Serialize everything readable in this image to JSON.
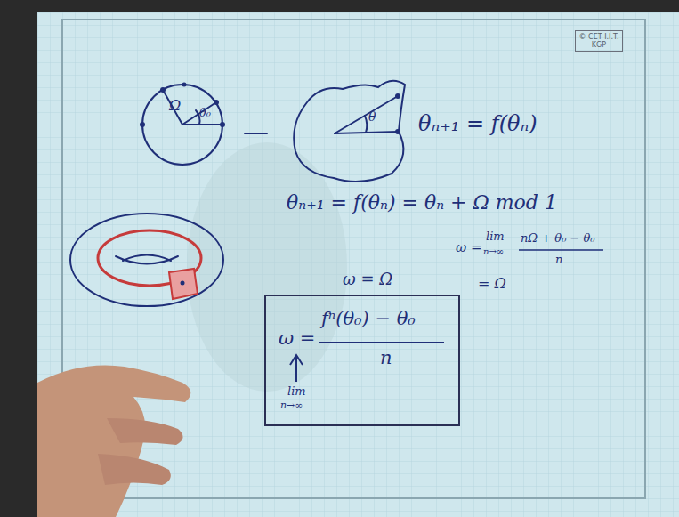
{
  "diagram": {
    "nodes": [
      {
        "text": [
          "© CET I.I.T. KGP"
        ]
      },
      {
        "text": [
          "ω =",
          "fⁿ(θ₀) − θ₀",
          "n",
          "lim",
          "n→∞"
        ]
      }
    ],
    "labels": [
      "Ω",
      "θ₀",
      "θ",
      "θₙ₊₁ = f(θₙ)",
      "θₙ₊₁ = f(θₙ) = θₙ + Ω mod 1",
      "ω =",
      "lim",
      "n→∞",
      "nΩ + θ₀ − θ₀",
      "n",
      "= Ω",
      "ω = Ω"
    ]
  }
}
